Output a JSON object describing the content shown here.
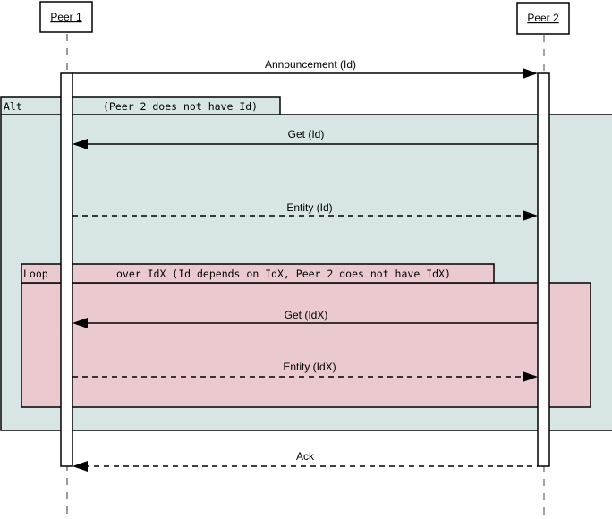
{
  "diagram": {
    "type": "sequence",
    "participants": [
      {
        "id": "p1",
        "label": "Peer 1"
      },
      {
        "id": "p2",
        "label": "Peer 2"
      }
    ],
    "fragments": [
      {
        "kind": "Alt",
        "condition": "(Peer 2 does not have Id)",
        "color": "#d7e5e5"
      },
      {
        "kind": "Loop",
        "condition": "over IdX (Id depends on IdX, Peer 2 does not have IdX)",
        "color": "#eacacf"
      }
    ],
    "messages": [
      {
        "label": "Announcement (Id)",
        "from": "p1",
        "to": "p2",
        "style": "solid"
      },
      {
        "label": "Get (Id)",
        "from": "p2",
        "to": "p1",
        "style": "solid"
      },
      {
        "label": "Entity (Id)",
        "from": "p1",
        "to": "p2",
        "style": "dashed"
      },
      {
        "label": "Get (IdX)",
        "from": "p2",
        "to": "p1",
        "style": "solid"
      },
      {
        "label": "Entity (IdX)",
        "from": "p1",
        "to": "p2",
        "style": "dashed"
      },
      {
        "label": "Ack",
        "from": "p2",
        "to": "p1",
        "style": "dashed"
      }
    ]
  }
}
